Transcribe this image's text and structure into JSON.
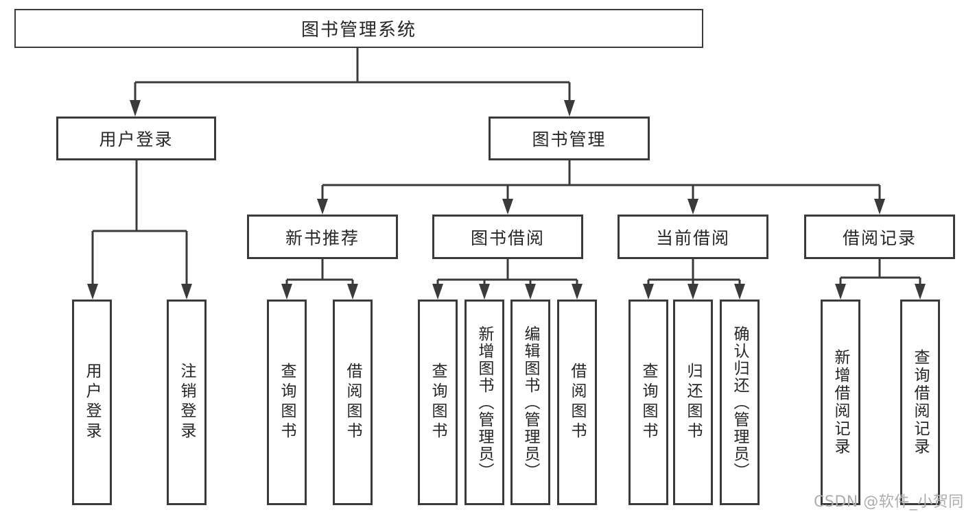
{
  "diagram": {
    "root": {
      "label": "图书管理系统"
    },
    "level2": {
      "user_login": {
        "label": "用户登录"
      },
      "book_mgmt": {
        "label": "图书管理"
      }
    },
    "level3": {
      "new_books": {
        "label": "新书推荐"
      },
      "book_borrow": {
        "label": "图书借阅"
      },
      "current_borrow": {
        "label": "当前借阅"
      },
      "borrow_records": {
        "label": "借阅记录"
      }
    },
    "leaves": {
      "login": {
        "label": "用户登录",
        "parent": "用户登录"
      },
      "logout": {
        "label": "注销登录",
        "parent": "用户登录"
      },
      "nb_query": {
        "label": "查询图书",
        "parent": "新书推荐"
      },
      "nb_borrow": {
        "label": "借阅图书",
        "parent": "新书推荐"
      },
      "bb_query": {
        "label": "查询图书",
        "parent": "图书借阅"
      },
      "bb_add": {
        "label": "新增图书（管理员）",
        "parent": "图书借阅"
      },
      "bb_edit": {
        "label": "编辑图书（管理员）",
        "parent": "图书借阅"
      },
      "bb_borrow": {
        "label": "借阅图书",
        "parent": "图书借阅"
      },
      "cb_query": {
        "label": "查询图书",
        "parent": "当前借阅"
      },
      "cb_return": {
        "label": "归还图书",
        "parent": "当前借阅"
      },
      "cb_confirm": {
        "label": "确认归还（管理员）",
        "parent": "当前借阅"
      },
      "rec_add": {
        "label": "新增借阅记录",
        "parent": "借阅记录"
      },
      "rec_query": {
        "label": "查询借阅记录",
        "parent": "借阅记录"
      }
    }
  },
  "watermark": "CSDN @软件_小贺同学",
  "colors": {
    "line": "#3a3a3a",
    "text": "#262626",
    "watermark": "#adadad",
    "background": "#ffffff"
  }
}
